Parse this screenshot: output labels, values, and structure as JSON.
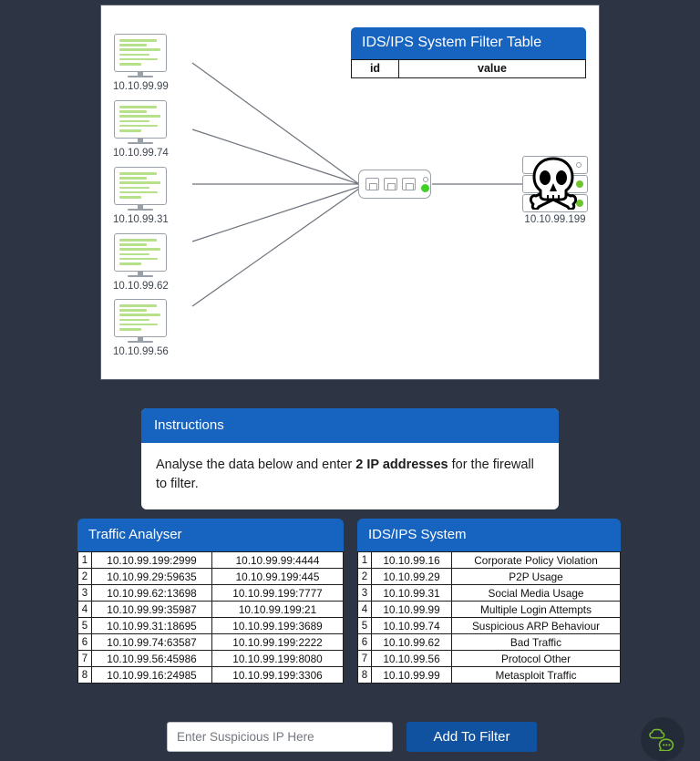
{
  "page": {
    "background_color": "#2d3444",
    "accent_blue": "#1663c0",
    "button_blue": "#10529f",
    "led_green": "#3fd128"
  },
  "diagram": {
    "workstations": [
      {
        "label": "10.10.99.99"
      },
      {
        "label": "10.10.99.74"
      },
      {
        "label": "10.10.99.31"
      },
      {
        "label": "10.10.99.62"
      },
      {
        "label": "10.10.99.56"
      }
    ],
    "firewall": {
      "name": "firewall-switch",
      "ports": 3
    },
    "attacker_server": {
      "label": "10.10.99.199",
      "icon": "skull-and-crossbones-icon"
    }
  },
  "filter_table": {
    "title": "IDS/IPS System Filter Table",
    "columns": [
      "id",
      "value"
    ],
    "rows": []
  },
  "instructions": {
    "title": "Instructions",
    "text_before": "Analyse the data below and enter ",
    "text_bold": "2 IP addresses",
    "text_after": " for the firewall to filter."
  },
  "traffic_analyser": {
    "title": "Traffic Analyser",
    "rows": [
      {
        "idx": "1",
        "source": "10.10.99.199:2999",
        "destination": "10.10.99.99:4444"
      },
      {
        "idx": "2",
        "source": "10.10.99.29:59635",
        "destination": "10.10.99.199:445"
      },
      {
        "idx": "3",
        "source": "10.10.99.62:13698",
        "destination": "10.10.99.199:7777"
      },
      {
        "idx": "4",
        "source": "10.10.99.99:35987",
        "destination": "10.10.99.199:21"
      },
      {
        "idx": "5",
        "source": "10.10.99.31:18695",
        "destination": "10.10.99.199:3689"
      },
      {
        "idx": "6",
        "source": "10.10.99.74:63587",
        "destination": "10.10.99.199:2222"
      },
      {
        "idx": "7",
        "source": "10.10.99.56:45986",
        "destination": "10.10.99.199:8080"
      },
      {
        "idx": "8",
        "source": "10.10.99.16:24985",
        "destination": "10.10.99.199:3306"
      }
    ]
  },
  "ids_ips_system": {
    "title": "IDS/IPS System",
    "rows": [
      {
        "idx": "1",
        "ip": "10.10.99.16",
        "alert": "Corporate Policy Violation"
      },
      {
        "idx": "2",
        "ip": "10.10.99.29",
        "alert": "P2P Usage"
      },
      {
        "idx": "3",
        "ip": "10.10.99.31",
        "alert": "Social Media Usage"
      },
      {
        "idx": "4",
        "ip": "10.10.99.99",
        "alert": "Multiple Login Attempts"
      },
      {
        "idx": "5",
        "ip": "10.10.99.74",
        "alert": "Suspicious ARP Behaviour"
      },
      {
        "idx": "6",
        "ip": "10.10.99.62",
        "alert": "Bad Traffic"
      },
      {
        "idx": "7",
        "ip": "10.10.99.56",
        "alert": "Protocol Other"
      },
      {
        "idx": "8",
        "ip": "10.10.99.99",
        "alert": "Metasploit Traffic"
      }
    ]
  },
  "controls": {
    "ip_input_value": "",
    "ip_input_placeholder": "Enter Suspicious IP Here",
    "add_button_label": "Add To Filter",
    "chat_fab_icon": "chat-bubbles-icon"
  }
}
